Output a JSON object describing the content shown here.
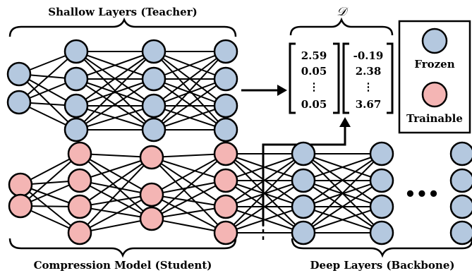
{
  "labels": {
    "teacher": "Shallow Layers (Teacher)",
    "student": "Compression Model (Student)",
    "backbone": "Deep Layers (Backbone)",
    "dataset": "𝒟"
  },
  "vectors": {
    "left": [
      "2.59",
      "0.05",
      "⋮",
      "0.05"
    ],
    "right": [
      "-0.19",
      "2.38",
      "⋮",
      "3.67"
    ]
  },
  "legend": {
    "frozen": "Frozen",
    "trainable": "Trainable"
  },
  "ellipsis": "•••",
  "colors": {
    "frozen": "#b4c8df",
    "trainable": "#f4b5b4",
    "stroke": "#000000"
  }
}
